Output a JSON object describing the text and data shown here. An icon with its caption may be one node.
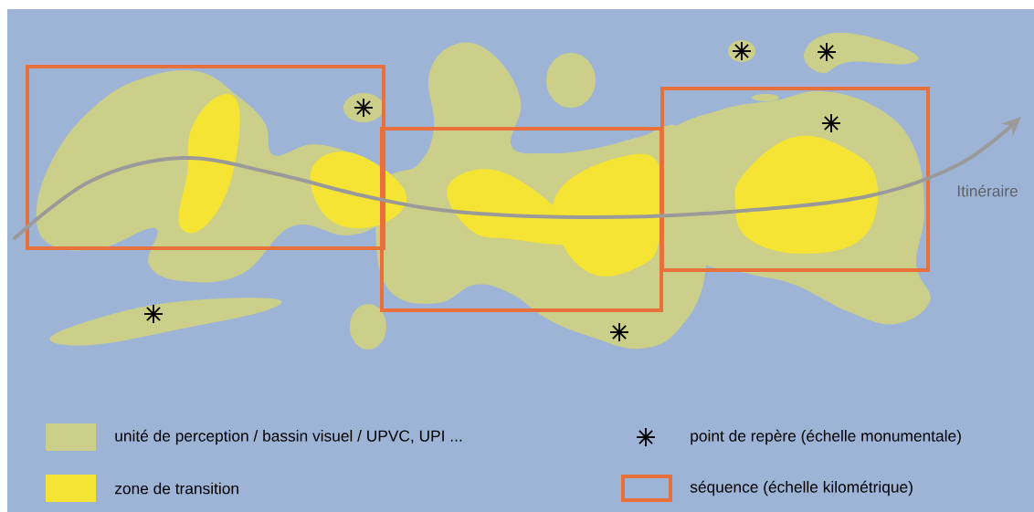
{
  "diagram": {
    "labels": [
      "Itinéraire"
    ],
    "legend": [
      {
        "text": "unité de perception / bassin visuel / UPVC, UPI ...",
        "color": "#cccf8a"
      },
      {
        "text": "zone de transition",
        "color": "#f5e433"
      },
      {
        "text": "point de repère (échelle monumentale)"
      },
      {
        "text": "séquence (échelle kilométrique)"
      }
    ]
  }
}
